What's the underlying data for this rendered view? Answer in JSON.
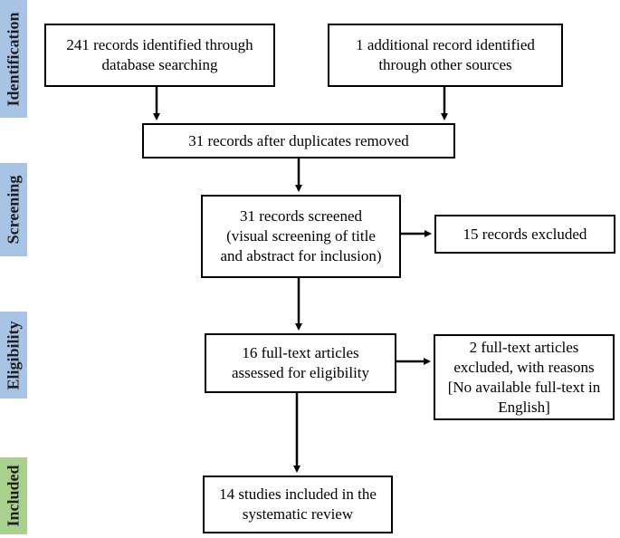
{
  "phases": {
    "identification": "Identification",
    "screening": "Screening",
    "eligibility": "Eligibility",
    "included": "Included"
  },
  "boxes": {
    "database_records": "241 records identified through\ndatabase searching",
    "other_sources": "1 additional record identified\nthrough other sources",
    "after_duplicates": "31 records after duplicates removed",
    "screened": "31 records screened\n(visual screening of title\nand abstract for inclusion)",
    "excluded": "15 records excluded",
    "full_text": "16 full-text articles\nassessed for eligibility",
    "full_text_excluded": "2 full-text articles\nexcluded, with reasons\n[No available full-text in\nEnglish]",
    "included_studies": "14 studies included in the\nsystematic review"
  },
  "colors": {
    "identification_bar": "#a8c4e4",
    "screening_bar": "#a8c4e4",
    "eligibility_bar": "#a8c4e4",
    "included_bar": "#a9d18e",
    "stroke": "#000000"
  }
}
